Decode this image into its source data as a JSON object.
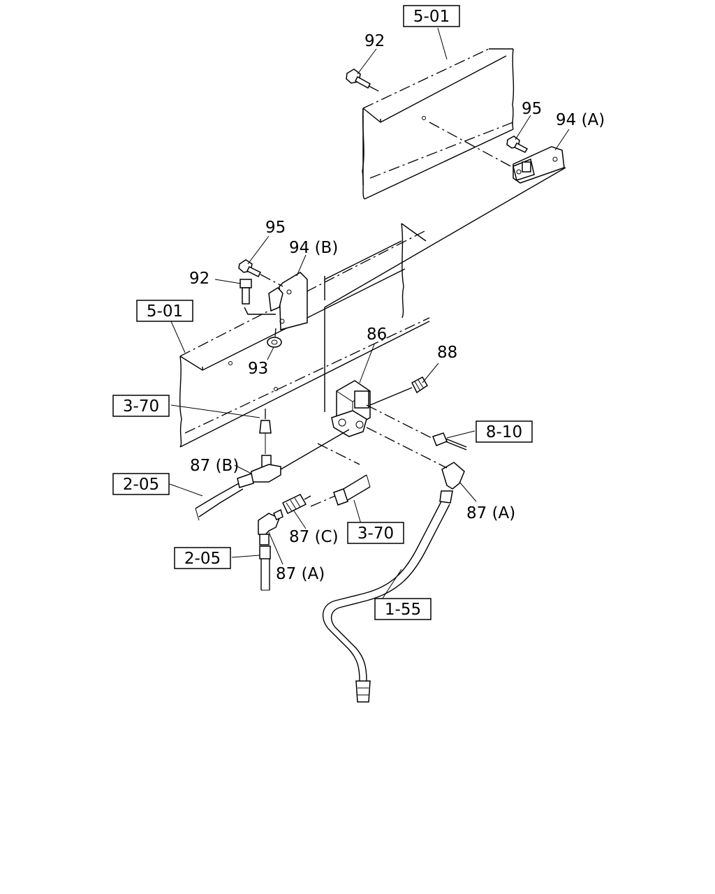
{
  "part_labels": {
    "p92_top": "92",
    "p95_top": "95",
    "p94a": "94 (A)",
    "p95_mid": "95",
    "p94b": "94 (B)",
    "p92_mid": "92",
    "p93": "93",
    "p86": "86",
    "p88": "88",
    "p87b": "87 (B)",
    "p87a_right": "87 (A)",
    "p87c": "87 (C)",
    "p87a_left": "87 (A)"
  },
  "ref_boxes": {
    "r501_top": "5-01",
    "r501_mid": "5-01",
    "r370_left": "3-70",
    "r810": "8-10",
    "r205_upper": "2-05",
    "r370_lower": "3-70",
    "r205_lower": "2-05",
    "r155": "1-55"
  }
}
